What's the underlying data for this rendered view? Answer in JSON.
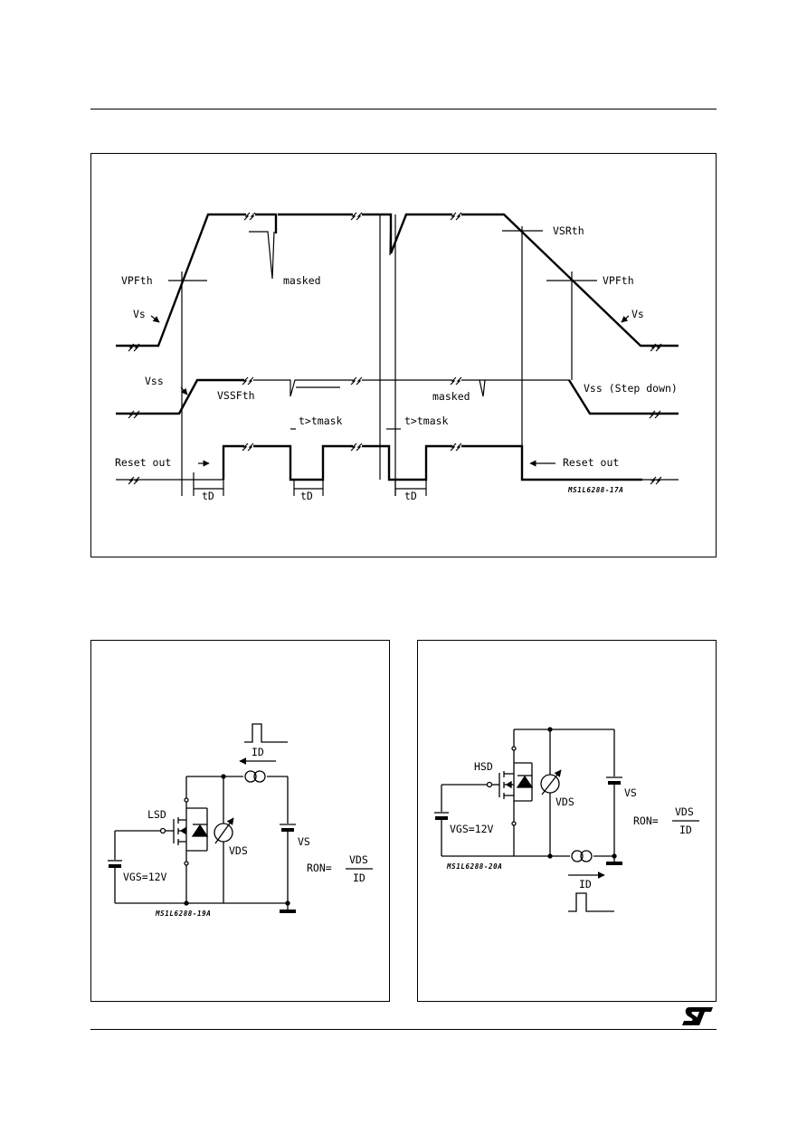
{
  "timing": {
    "labels": {
      "vsr_th": "VSRth",
      "vpf_th_left": "VPFth",
      "vpf_th_right": "VPFth",
      "masked_top": "masked",
      "vs_left": "Vs",
      "vs_right": "Vs",
      "vss_left": "Vss",
      "vssf_th": "VSSFth",
      "masked_mid": "masked",
      "vss_step_down": "Vss (Step down)",
      "tmask_1": "t>tmask",
      "tmask_2": "t>tmask",
      "reset_out_left": "Reset out",
      "reset_out_right": "Reset out",
      "td_1": "tD",
      "td_2": "tD",
      "td_3": "tD",
      "code": "MS1L6288-17A"
    }
  },
  "lsd_circuit": {
    "labels": {
      "id": "ID",
      "lsd": "LSD",
      "vds": "VDS",
      "vs": "VS",
      "vgs": "VGS=12V",
      "ron": "RON=",
      "frac_num": "VDS",
      "frac_den": "ID",
      "code": "MS1L6288-19A"
    }
  },
  "hsd_circuit": {
    "labels": {
      "hsd": "HSD",
      "vds": "VDS",
      "vs": "VS",
      "vgs": "VGS=12V",
      "ron": "RON=",
      "frac_num": "VDS",
      "frac_den": "ID",
      "id": "ID",
      "code": "MS1L6288-20A"
    }
  },
  "logo_icon": "st-logo-icon"
}
